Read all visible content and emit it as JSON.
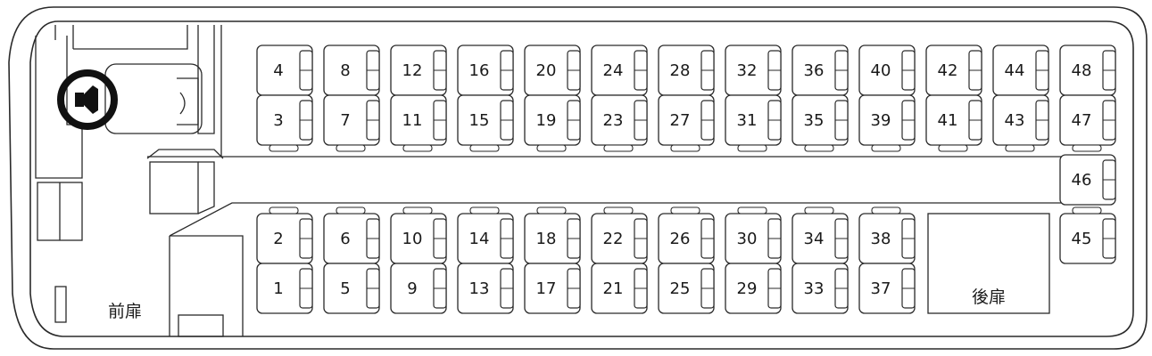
{
  "layout": {
    "upper_row_a": [
      "4",
      "8",
      "12",
      "16",
      "20",
      "24",
      "28",
      "32",
      "36",
      "40",
      "42",
      "44",
      "48"
    ],
    "upper_row_b": [
      "3",
      "7",
      "11",
      "15",
      "19",
      "23",
      "27",
      "31",
      "35",
      "39",
      "41",
      "43",
      "47"
    ],
    "side_single": "46",
    "lower_row_a": [
      "2",
      "6",
      "10",
      "14",
      "18",
      "22",
      "26",
      "30",
      "34",
      "38"
    ],
    "lower_row_b": [
      "1",
      "5",
      "9",
      "13",
      "17",
      "21",
      "25",
      "29",
      "33",
      "37"
    ],
    "rear_single": "45"
  },
  "doors": {
    "front": "前扉",
    "rear": "後扉"
  },
  "colors": {
    "line": "#2a2a2a",
    "fill": "#ffffff"
  },
  "icons": {
    "driver": "steering-wheel-icon"
  }
}
